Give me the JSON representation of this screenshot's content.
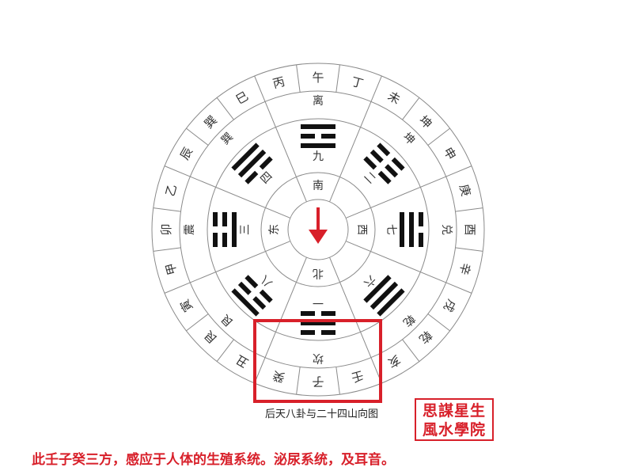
{
  "outer_ring": [
    "午",
    "丁",
    "未",
    "坤",
    "申",
    "庚",
    "酉",
    "辛",
    "戌",
    "乾",
    "亥",
    "壬",
    "子",
    "癸",
    "丑",
    "艮",
    "寅",
    "甲",
    "卯",
    "乙",
    "辰",
    "巽",
    "巳",
    "丙"
  ],
  "trigram_names": [
    "离",
    "坤",
    "兑",
    "乾",
    "坎",
    "艮",
    "震",
    "巽"
  ],
  "numbers": [
    "九",
    "二",
    "七",
    "六",
    "一",
    "八",
    "三",
    "四"
  ],
  "directions": [
    "南",
    "西",
    "北",
    "东"
  ],
  "caption": "后天八卦与二十四山向图",
  "seal": {
    "line1": "思謀星生",
    "line2": "風水學院"
  },
  "footer": "此壬子癸三方，感应于人体的生殖系统。泌尿系统，及耳音。",
  "colors": {
    "line": "#8a8a8a",
    "text": "#333333",
    "accent": "#d8202a",
    "trigram": "#111111"
  },
  "highlight_sector": "坎"
}
